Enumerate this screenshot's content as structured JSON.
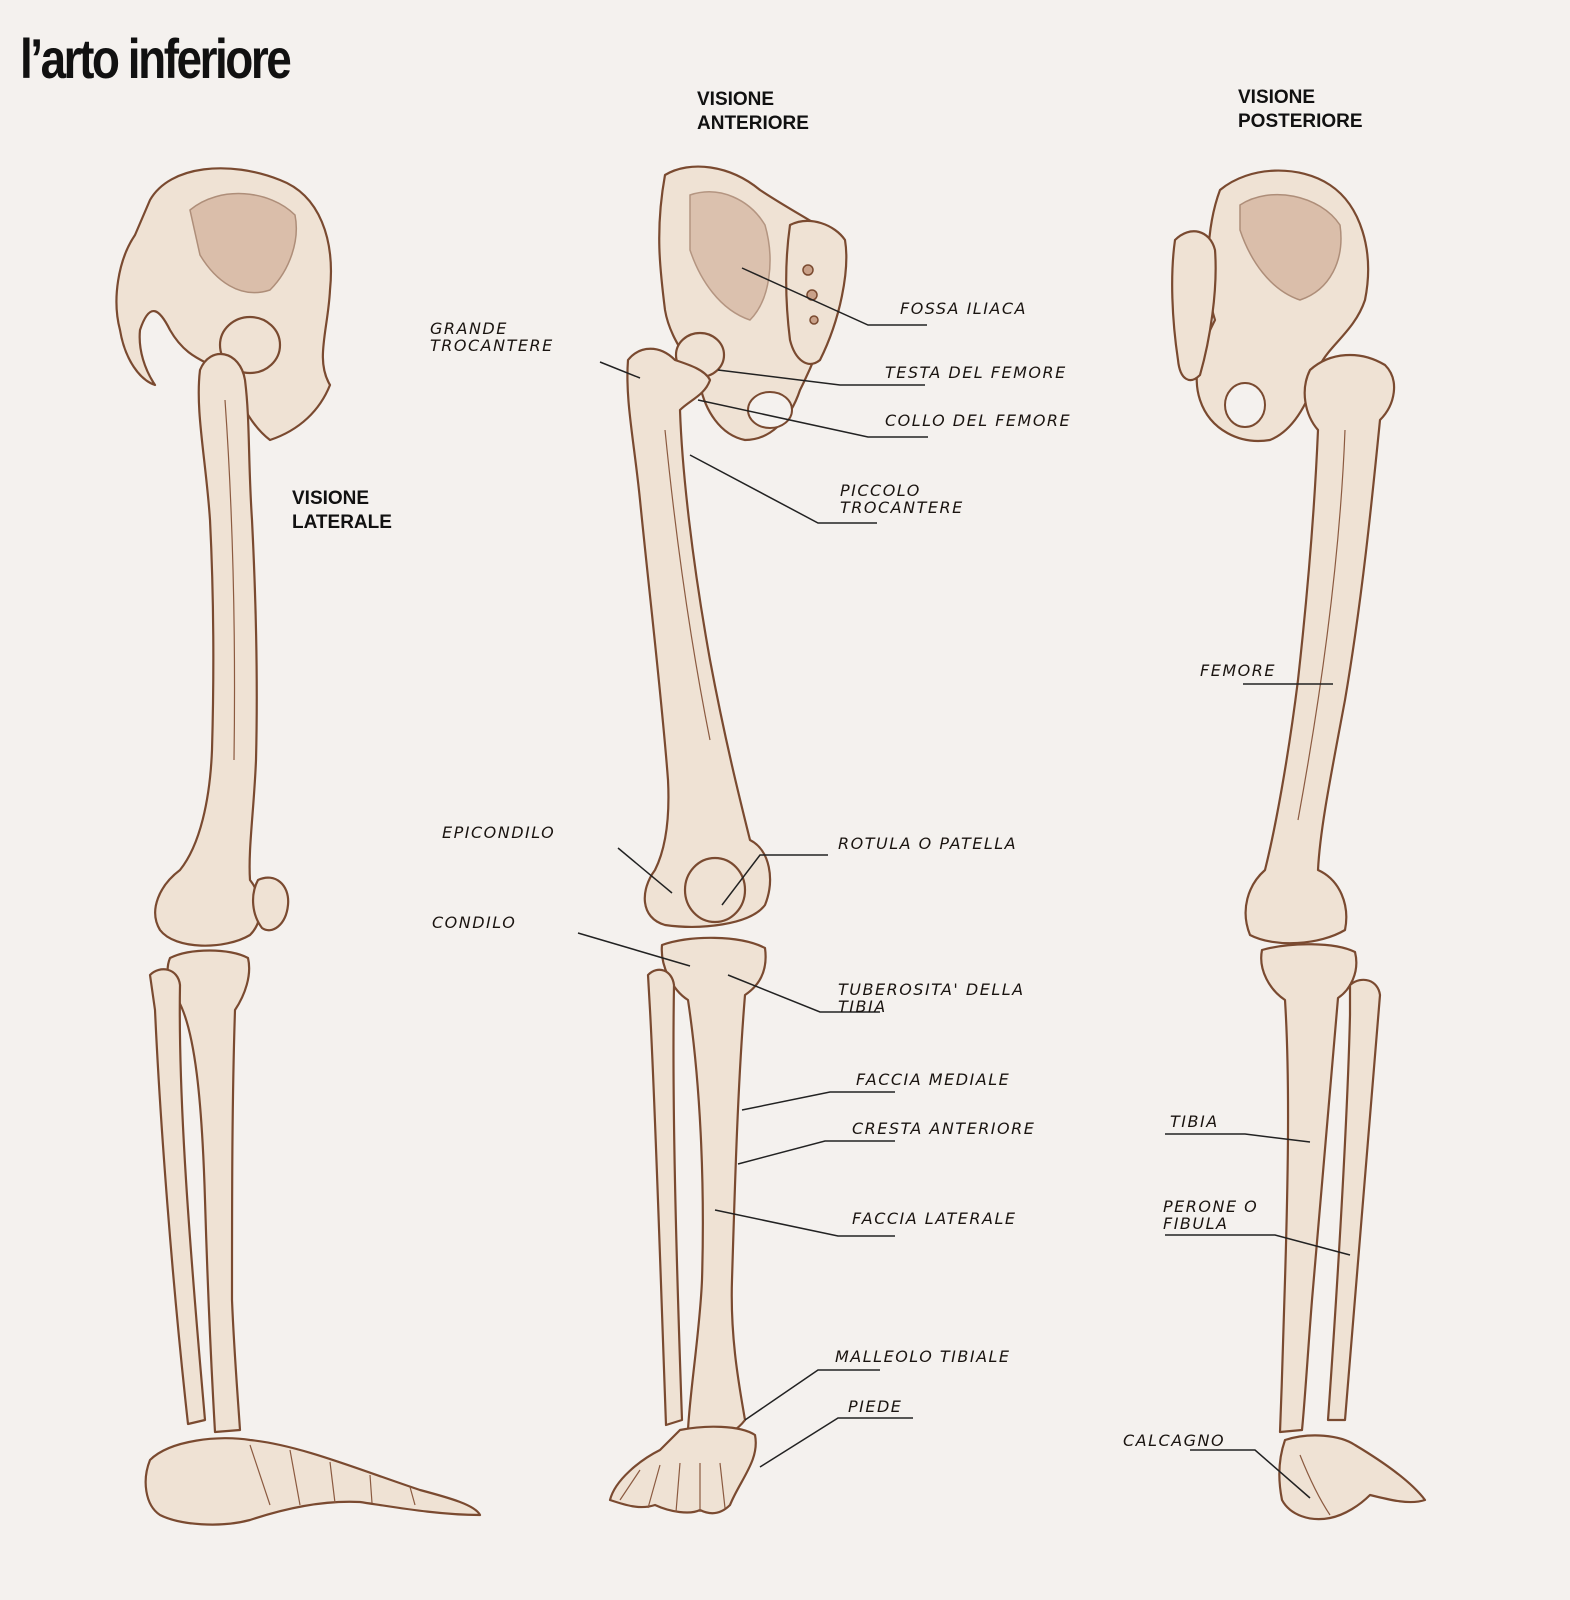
{
  "title": "l’arto inferiore",
  "views": {
    "lateral": [
      "VISIONE",
      "LATERALE"
    ],
    "anterior": [
      "VISIONE",
      "ANTERIORE"
    ],
    "posterior": [
      "VISIONE",
      "POSTERIORE"
    ]
  },
  "labels": {
    "fossa_iliaca": "FOSSA ILIACA",
    "grande_trocantere": [
      "GRANDE",
      "TROCANTERE"
    ],
    "testa_femore": "TESTA DEL FEMORE",
    "collo_femore": "COLLO DEL FEMORE",
    "piccolo_trocantere": [
      "PICCOLO",
      "TROCANTERE"
    ],
    "epicondilo": "EPICONDILO",
    "rotula": "ROTULA O PATELLA",
    "condilo": "CONDILO",
    "tuberosita": [
      "TUBEROSITA' DELLA",
      "TIBIA"
    ],
    "faccia_mediale": "FACCIA MEDIALE",
    "cresta_anteriore": "CRESTA ANTERIORE",
    "faccia_laterale": "FACCIA LATERALE",
    "malleolo": "MALLEOLO TIBIALE",
    "piede": "PIEDE",
    "femore": "FEMORE",
    "tibia": "TIBIA",
    "perone": [
      "PERONE O",
      "FIBULA"
    ],
    "calcagno": "CALCAGNO"
  },
  "colors": {
    "bone_fill": "#efe2d4",
    "bone_stroke": "#7a4a30",
    "shade": "#b88a70",
    "leader": "#222222",
    "background": "#f4f1ee"
  }
}
